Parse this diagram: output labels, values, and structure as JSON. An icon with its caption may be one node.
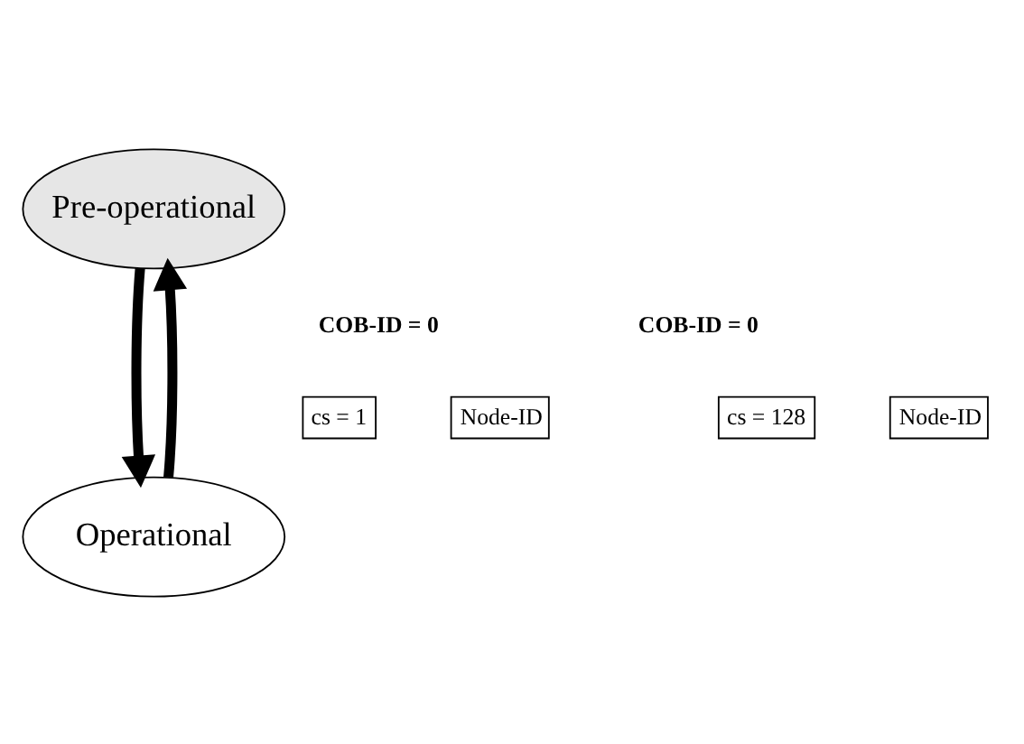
{
  "diagram": {
    "nodes": [
      {
        "text": [
          "Pre-operational"
        ]
      },
      {
        "text": [
          "Operational"
        ]
      }
    ],
    "edges": [
      {
        "from": 0,
        "to": 1,
        "arrow": "to"
      },
      {
        "from": 1,
        "to": 0,
        "arrow": "to"
      }
    ],
    "labels": [
      "COB-ID = 0",
      "cs = 1",
      "Node-ID",
      "COB-ID = 0",
      "cs = 128",
      "Node-ID"
    ]
  }
}
